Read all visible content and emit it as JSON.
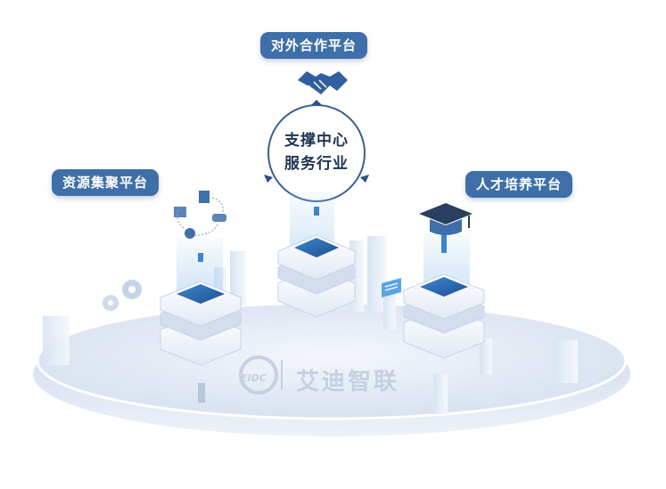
{
  "labels": {
    "external": "对外合作平台",
    "resource": "资源集聚平台",
    "talent": "人才培养平台"
  },
  "center": {
    "line1": "支撑中心",
    "line2": "服务行业"
  },
  "brand": {
    "mark": "EIDC",
    "name": "艾迪智联"
  },
  "colors": {
    "label_bg": "#3f6fa8",
    "accent": "#2f5f9e",
    "platform": "#dce5f3",
    "tile": "#2f6db5"
  },
  "icons": [
    "handshake-icon",
    "graduation-cap-icon",
    "gear-icon",
    "cycle-icon",
    "server-icon",
    "display-panel-icon"
  ]
}
